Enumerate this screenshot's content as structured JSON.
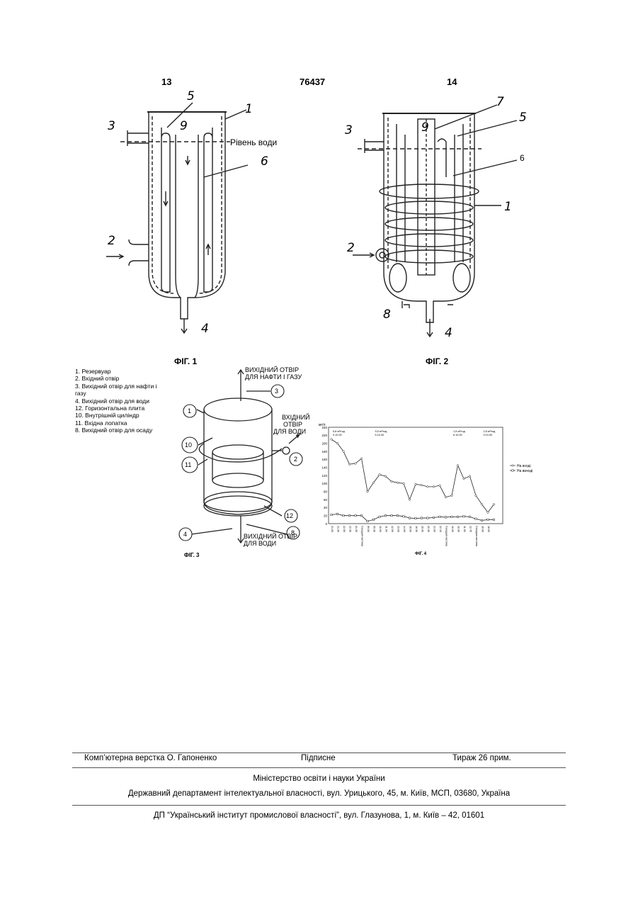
{
  "header": {
    "page_left": "13",
    "patent_number": "76437",
    "page_right": "14"
  },
  "fig1": {
    "caption": "ФІГ. 1",
    "water_level": "Рівень води",
    "labels": [
      "5",
      "1",
      "3",
      "9",
      "6",
      "2",
      "4"
    ]
  },
  "fig2": {
    "caption": "ФІГ. 2",
    "labels": [
      "7",
      "5",
      "3",
      "9",
      "6",
      "1",
      "2",
      "8",
      "4"
    ]
  },
  "legend": [
    "1.   Резервуар",
    "2.   Вхідний отвір",
    "3.   Вихідний отвір для нафти і",
    "      газу",
    "4.   Вихідний отвір для води",
    "12. Горизонтальна плита",
    "10. Внутрішній циліндр",
    "11. Вхідна лопатка",
    "8.   Вихідний отвір для осаду"
  ],
  "fig3": {
    "caption": "ФІГ. 3",
    "outlet_oil_gas": [
      "ВИХІДНИЙ ОТВІР",
      "ДЛЯ НАФТИ І  ГАЗУ"
    ],
    "inlet": [
      "ВХІДНИЙ",
      "ОТВІР",
      "ДЛЯ ВОДИ"
    ],
    "outlet_water": [
      "ВИХІДНИЙ ОТВІР",
      "ДЛЯ ВОДИ"
    ],
    "callouts": [
      "3",
      "1",
      "10",
      "2",
      "11",
      "12",
      "4",
      "8"
    ]
  },
  "fig4": {
    "caption": "ФІГ. 4"
  },
  "chart_data": {
    "type": "line",
    "ylabel": "мг/л",
    "ylim": [
      0,
      240
    ],
    "yticks": [
      "0",
      "20",
      "40",
      "60",
      "80",
      "100",
      "120",
      "140",
      "160",
      "180",
      "200",
      "220",
      "240"
    ],
    "categories": [
      "21.00",
      "21.30",
      "22.00",
      "22.30",
      "01.30",
      "Середня частина",
      "09.00",
      "09.30",
      "10.00",
      "11.00",
      "12.00",
      "13.00",
      "14.00",
      "16.00",
      "16.30",
      "20.00",
      "20.30",
      "21.00",
      "22.15",
      "Середня частина",
      "10.00",
      "10.30",
      "11.30",
      "12.45",
      "Середня частина",
      "16.00",
      "18.00",
      "",
      ""
    ],
    "annotations": [
      {
        "text": [
          "5,8 м³/год",
          "4.10.00"
        ],
        "at": 0
      },
      {
        "text": [
          "9,5 м³/год",
          "5.10.00"
        ],
        "at": 7
      },
      {
        "text": [
          "1,5 м³/год",
          "6.10.00"
        ],
        "at": 20
      },
      {
        "text": [
          "2,8 м³/год",
          "9.10.00"
        ],
        "at": 25
      }
    ],
    "series": [
      {
        "name": "На вході",
        "marker": "circle",
        "values": [
          210,
          200,
          180,
          148,
          150,
          162,
          80,
          102,
          122,
          118,
          105,
          102,
          100,
          60,
          98,
          96,
          92,
          92,
          95,
          66,
          70,
          145,
          112,
          118,
          70,
          48,
          28,
          48
        ]
      },
      {
        "name": "На виході",
        "marker": "square",
        "values": [
          22,
          24,
          20,
          20,
          20,
          20,
          6,
          10,
          17,
          20,
          20,
          20,
          18,
          14,
          13,
          14,
          14,
          15,
          17,
          16,
          17,
          17,
          18,
          17,
          12,
          8,
          10,
          10
        ]
      }
    ]
  },
  "footer": {
    "typesetter": "Комп’ютерна верстка О. Гапоненко",
    "signed": "Підписне",
    "circulation": "Тираж 26 прим.",
    "ministry": "Міністерство освіти і науки України",
    "department": "Державний департамент інтелектуальної власності, вул. Урицького, 45, м. Київ, МСП, 03680, Україна",
    "institute": "ДП “Український інститут промислової власності”, вул. Глазунова, 1, м. Київ – 42, 01601"
  }
}
